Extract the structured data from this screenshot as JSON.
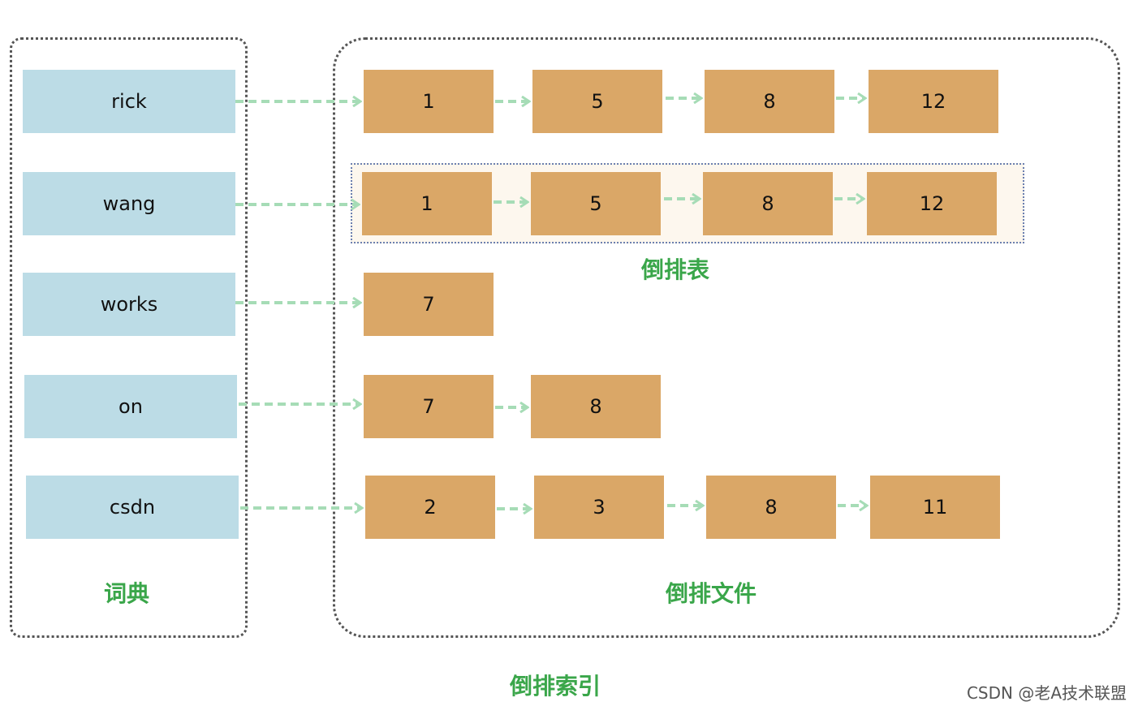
{
  "colors": {
    "term_fill": "#bcdce6",
    "posting_fill": "#daa767",
    "arrow": "#a6dcb6",
    "label_green": "#3aa64a"
  },
  "terms": [
    "rick",
    "wang",
    "works",
    "on",
    "csdn"
  ],
  "postings": [
    [
      "1",
      "5",
      "8",
      "12"
    ],
    [
      "1",
      "5",
      "8",
      "12"
    ],
    [
      "7"
    ],
    [
      "7",
      "8"
    ],
    [
      "2",
      "3",
      "8",
      "11"
    ]
  ],
  "labels": {
    "dictionary": "词典",
    "posting_list": "倒排表",
    "posting_file": "倒排文件",
    "inverted_index": "倒排索引"
  },
  "watermark": "CSDN @老A技术联盟"
}
